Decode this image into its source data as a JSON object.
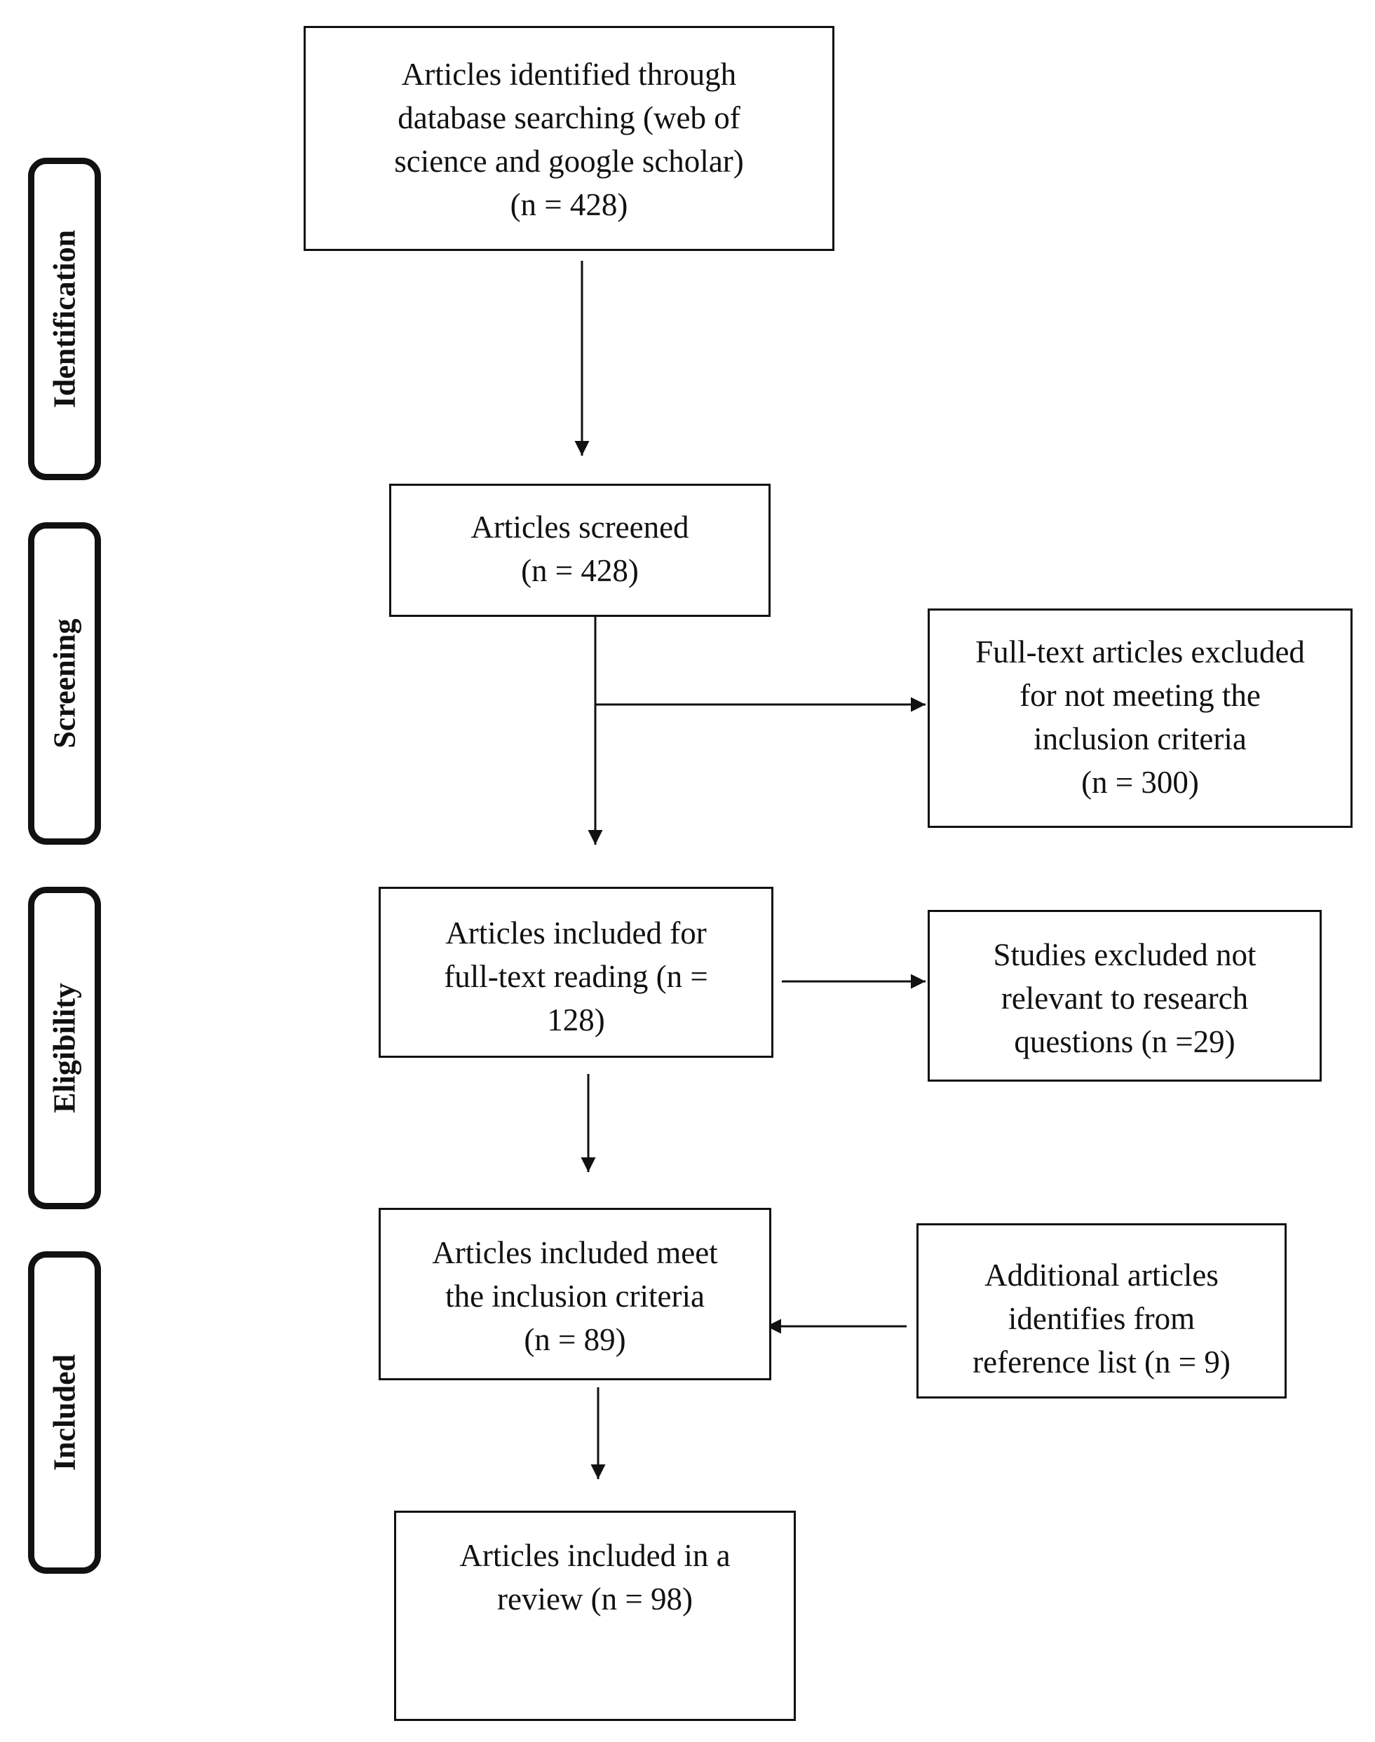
{
  "stages": [
    {
      "id": "identification",
      "label": "Identification"
    },
    {
      "id": "screening",
      "label": "Screening"
    },
    {
      "id": "eligibility",
      "label": "Eligibility"
    },
    {
      "id": "included",
      "label": "Included"
    }
  ],
  "boxes": {
    "identified": {
      "lines": [
        "Articles identified through",
        "database searching (web of",
        "science and google scholar)",
        "(n = 428)"
      ],
      "n": 428
    },
    "screened": {
      "lines": [
        "Articles screened",
        "(n = 428)"
      ],
      "n": 428
    },
    "excluded_fulltext": {
      "lines": [
        "Full-text articles excluded",
        "for not meeting the",
        "inclusion criteria",
        "(n = 300)"
      ],
      "n": 300
    },
    "fulltext_reading": {
      "lines": [
        "Articles included for",
        "full-text reading (n =",
        "128)"
      ],
      "n": 128
    },
    "excluded_not_relevant": {
      "lines": [
        "Studies excluded not",
        "relevant to research",
        "questions (n =29)"
      ],
      "n": 29
    },
    "meet_criteria": {
      "lines": [
        "Articles included meet",
        "the inclusion criteria",
        "(n = 89)"
      ],
      "n": 89
    },
    "additional": {
      "lines": [
        "Additional articles",
        "identifies from",
        "reference list (n = 9)"
      ],
      "n": 9
    },
    "review": {
      "lines": [
        "Articles included in a",
        "review (n = 98)"
      ],
      "n": 98
    }
  },
  "edges": [
    {
      "from": "identified",
      "to": "screened"
    },
    {
      "from": "screened",
      "to": "excluded_fulltext"
    },
    {
      "from": "screened",
      "to": "fulltext_reading"
    },
    {
      "from": "fulltext_reading",
      "to": "excluded_not_relevant"
    },
    {
      "from": "fulltext_reading",
      "to": "meet_criteria"
    },
    {
      "from": "additional",
      "to": "meet_criteria"
    },
    {
      "from": "meet_criteria",
      "to": "review"
    }
  ]
}
